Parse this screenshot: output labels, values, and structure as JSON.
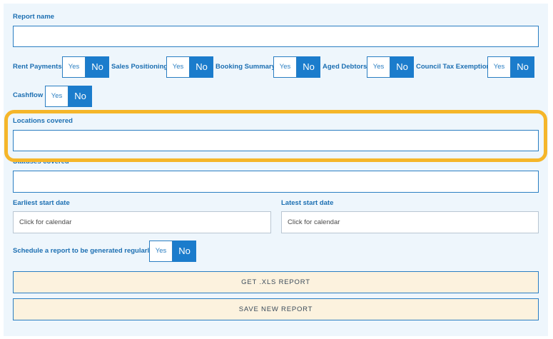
{
  "report_name": {
    "label": "Report name",
    "value": ""
  },
  "toggles": [
    {
      "label": "Rent Payments",
      "yes": "Yes",
      "no": "No"
    },
    {
      "label": "Sales Positioning",
      "yes": "Yes",
      "no": "No"
    },
    {
      "label": "Booking Summary",
      "yes": "Yes",
      "no": "No"
    },
    {
      "label": "Aged Debtors",
      "yes": "Yes",
      "no": "No"
    },
    {
      "label": "Council Tax Exemption",
      "yes": "Yes",
      "no": "No"
    },
    {
      "label": "Cashflow",
      "yes": "Yes",
      "no": "No"
    }
  ],
  "locations": {
    "label": "Locations covered",
    "value": ""
  },
  "statuses": {
    "label": "Statuses covered",
    "value": ""
  },
  "earliest_start": {
    "label": "Earliest start date",
    "placeholder": "Click for calendar"
  },
  "latest_start": {
    "label": "Latest start date",
    "placeholder": "Click for calendar"
  },
  "schedule": {
    "label": "Schedule a report to be generated regularly?",
    "yes": "Yes",
    "no": "No"
  },
  "buttons": {
    "get_xls": "GET .XLS REPORT",
    "save": "SAVE NEW REPORT"
  },
  "colors": {
    "accent": "#1b7ccc",
    "highlight": "#f5b62a",
    "button_bg": "#fcf2de"
  }
}
